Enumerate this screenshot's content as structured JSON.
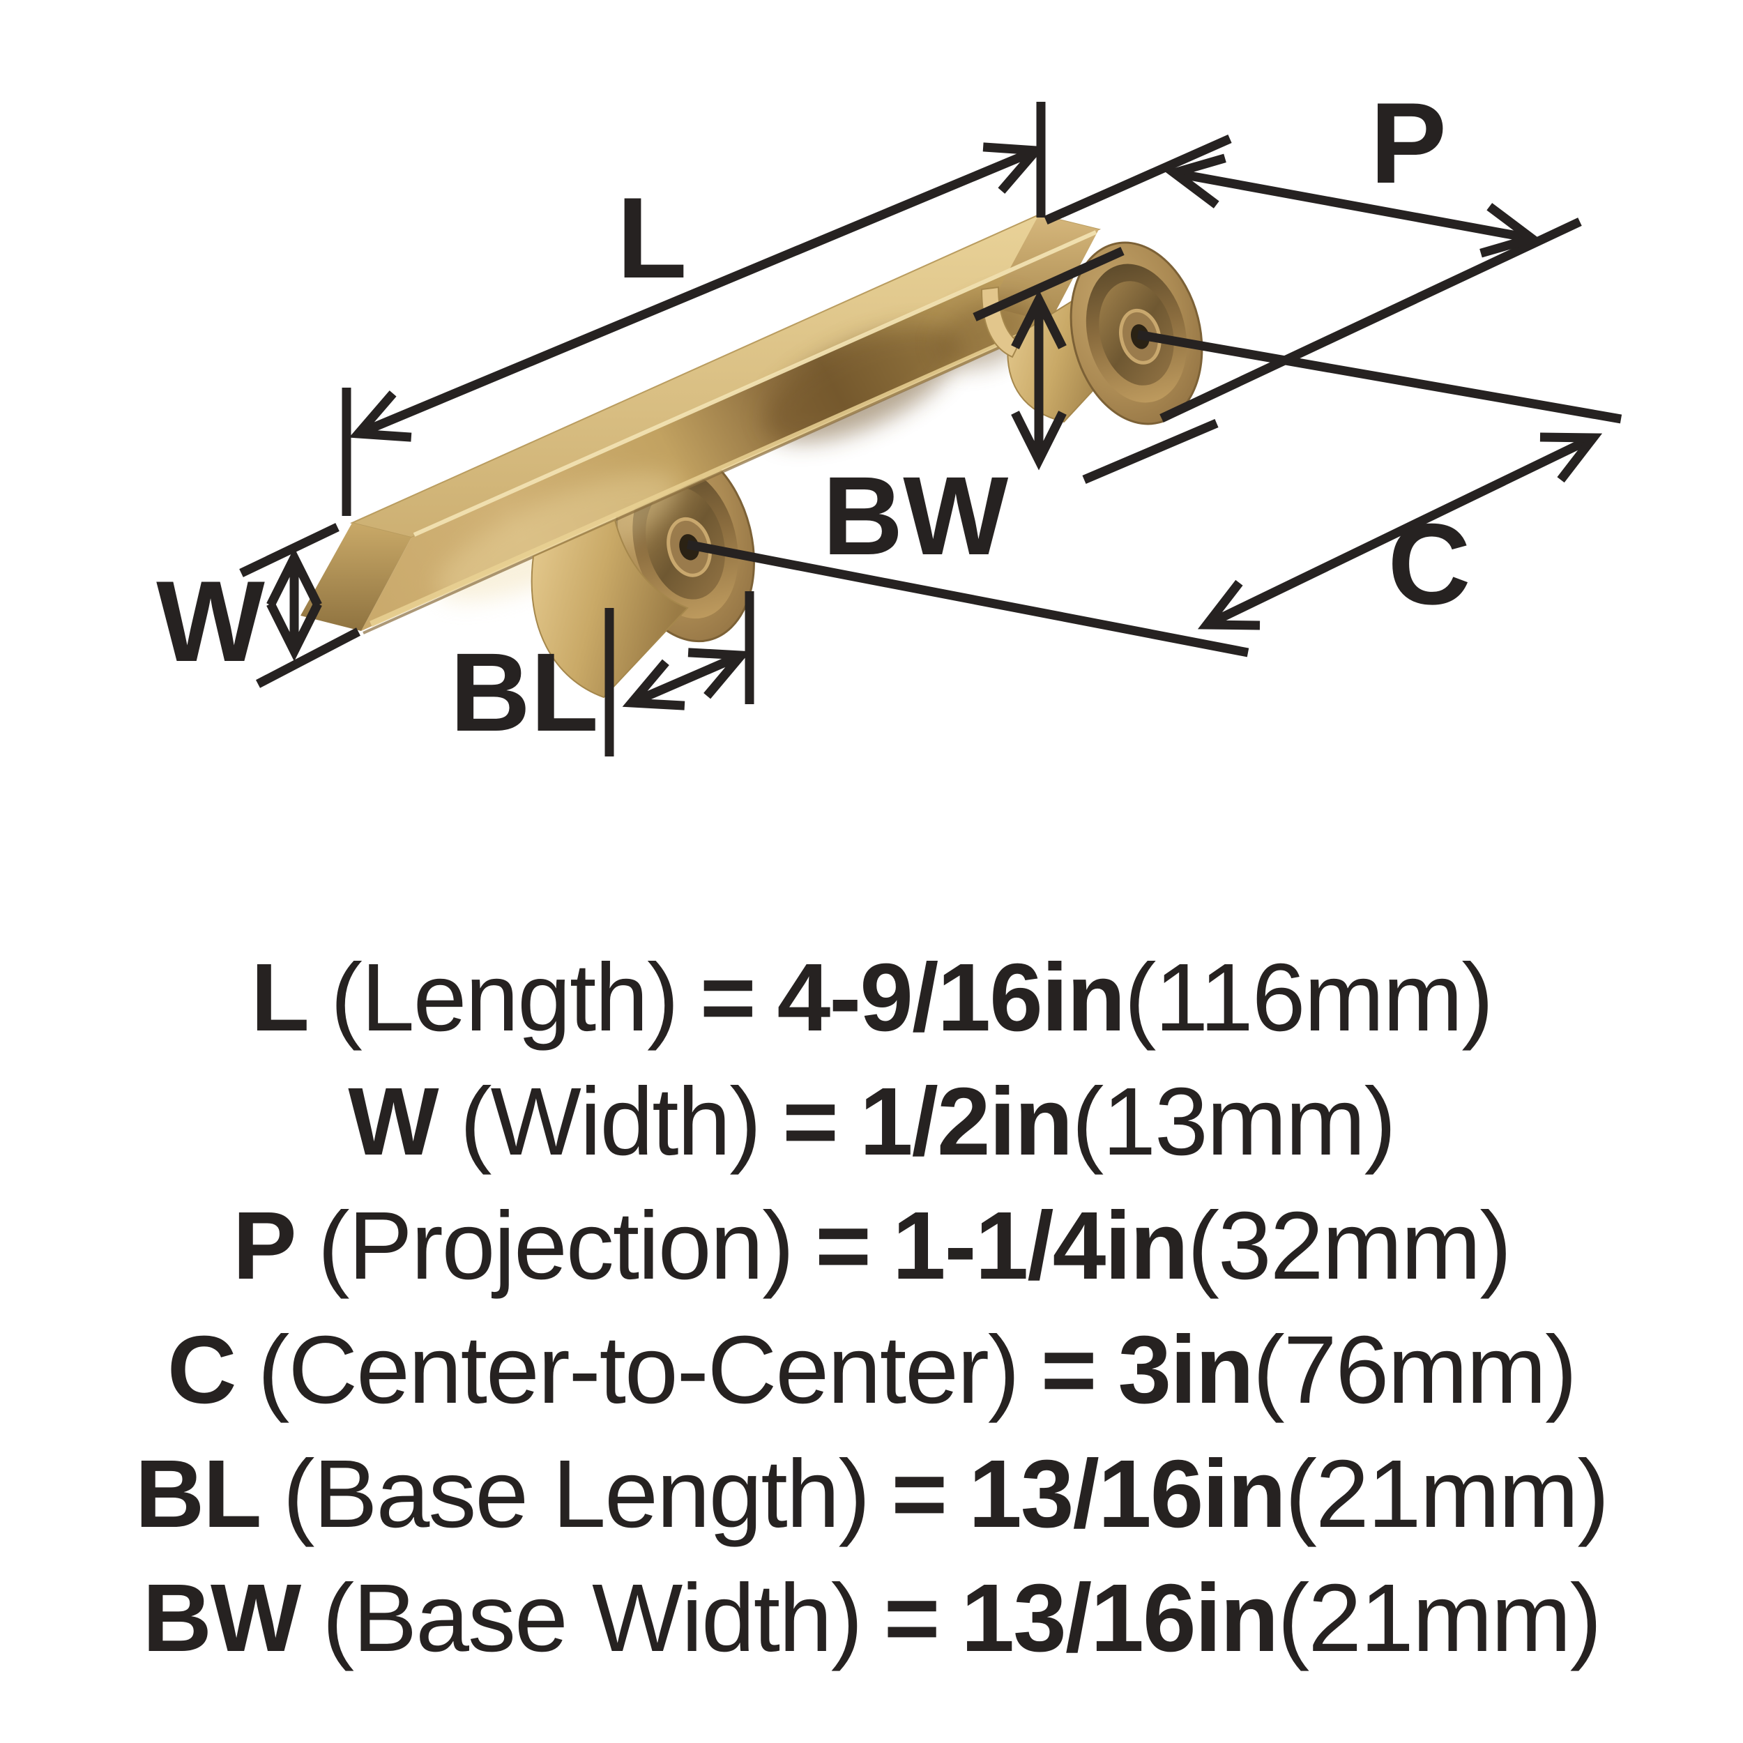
{
  "diagram": {
    "labels": {
      "length": "L",
      "width": "W",
      "projection": "P",
      "center_to_center": "C",
      "base_length": "BL",
      "base_width": "BW"
    }
  },
  "legend": {
    "rows": [
      {
        "code": "L",
        "descriptor": "(Length)",
        "eq": "=",
        "value": "4-9/16in",
        "metric": "(116mm)"
      },
      {
        "code": "W",
        "descriptor": "(Width)",
        "eq": "=",
        "value": "1/2in",
        "metric": "(13mm)"
      },
      {
        "code": "P",
        "descriptor": "(Projection)",
        "eq": "=",
        "value": "1-1/4in",
        "metric": "(32mm)"
      },
      {
        "code": "C",
        "descriptor": "(Center-to-Center)",
        "eq": "=",
        "value": "3in",
        "metric": "(76mm)"
      },
      {
        "code": "BL",
        "descriptor": "(Base Length)",
        "eq": "=",
        "value": "13/16in",
        "metric": "(21mm)"
      },
      {
        "code": "BW",
        "descriptor": "(Base Width)",
        "eq": "=",
        "value": "13/16in",
        "metric": "(21mm)"
      }
    ]
  },
  "colors": {
    "line_black": "#262221",
    "finish_champagne_bronze": "#c2a161",
    "background": "#ffffff"
  }
}
